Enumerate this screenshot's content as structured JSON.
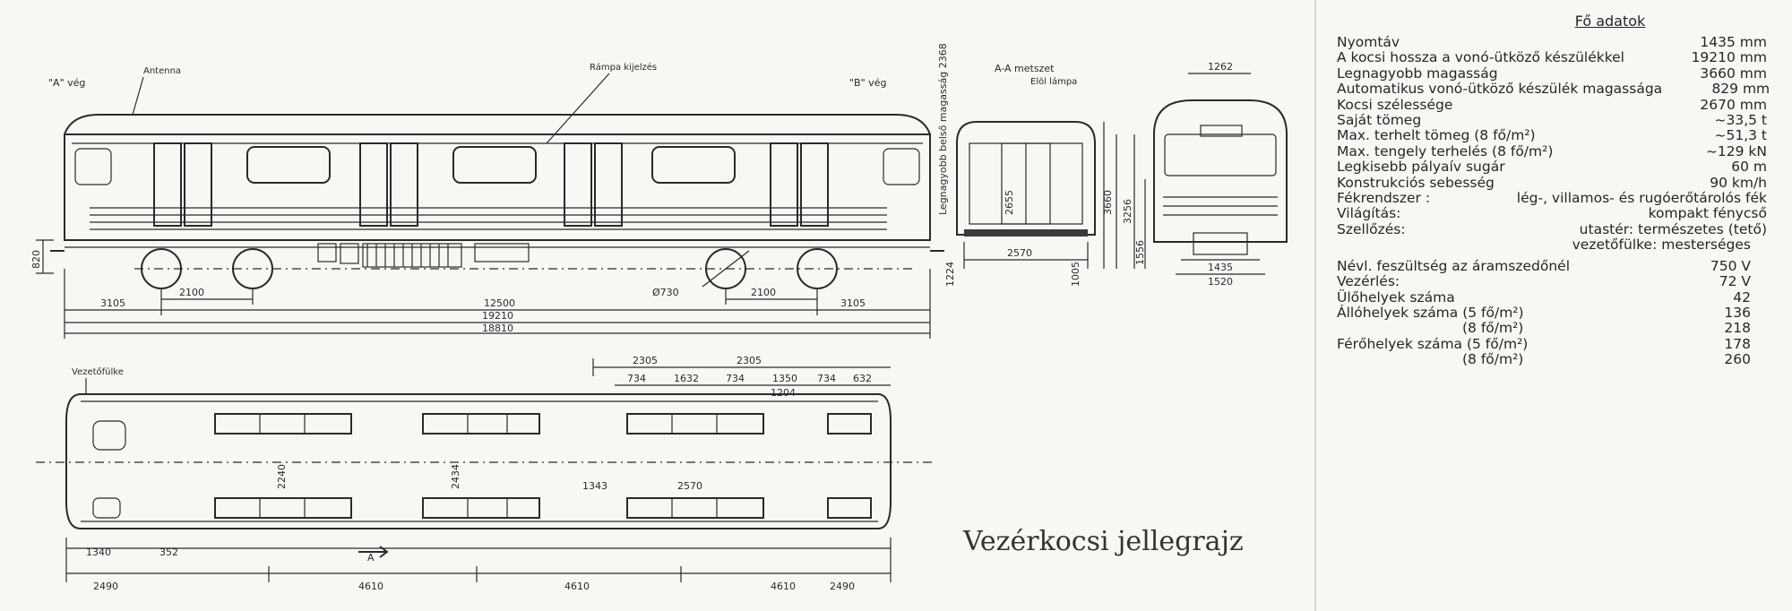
{
  "title": "Vezérkocsi jellegrajz",
  "specs": {
    "heading": "Fő adatok",
    "rows": [
      {
        "label": "Nyomtáv",
        "value": "1435 mm"
      },
      {
        "label": "A kocsi hossza a vonó-ütköző készülékkel",
        "value": "19210 mm"
      },
      {
        "label": "Legnagyobb magasság",
        "value": "3660 mm"
      },
      {
        "label": "Automatikus vonó-ütköző készülék magassága",
        "value": "829 mm"
      },
      {
        "label": "Kocsi szélessége",
        "value": "2670 mm"
      },
      {
        "label": "Saját tömeg",
        "value": "~33,5 t"
      },
      {
        "label": "Max. terhelt tömeg  (8 fő/m²)",
        "value": "~51,3 t"
      },
      {
        "label": "Max. tengely terhelés (8 fő/m²)",
        "value": "~129 kN"
      },
      {
        "label": "Legkisebb pályaív sugár",
        "value": "60 m"
      },
      {
        "label": "Konstrukciós sebesség",
        "value": "90 km/h"
      }
    ],
    "brakes": {
      "label": "Fékrendszer :",
      "value": "lég-, villamos- és rugóerőtárolós fék"
    },
    "lighting": {
      "label": "Világítás:",
      "value": "kompakt fénycső"
    },
    "ventilation": {
      "label": "Szellőzés:",
      "value1": "utastér: természetes (tető)",
      "value2": "vezetőfülke: mesterséges"
    },
    "electric": [
      {
        "label": "Névl. feszültség az áramszedőnél",
        "value": "750 V"
      },
      {
        "label": "Vezérlés:",
        "value": "72 V"
      },
      {
        "label": "Ülőhelyek száma",
        "value": "42"
      },
      {
        "label": "Állóhelyek száma  (5 fő/m²)",
        "value": "136"
      },
      {
        "label": "(8 fő/m²)",
        "value": "218"
      },
      {
        "label": "Férőhelyek száma (5 fő/m²)",
        "value": "178"
      },
      {
        "label": "(8 fő/m²)",
        "value": "260"
      }
    ]
  },
  "drawing_labels": {
    "end_a": "\"A\" vég",
    "end_b": "\"B\" vég",
    "antenna": "Antenna",
    "pantograph": "Rámpa kijelzés",
    "section": "A-A metszet",
    "cab": "Vezetőfülke",
    "inner_height": "Legnagyobb belső magasság 2368",
    "shunt": "Elöl lámpa",
    "dim_3105_l": "3105",
    "dim_12500": "12500",
    "dim_3105_r": "3105",
    "dim_19210": "19210",
    "dim_18810": "18810",
    "dim_2100_l": "2100",
    "dim_2100_r": "2100",
    "dim_820": "820",
    "dim_730": "Ø730",
    "dim_2655": "2655",
    "dim_3660": "3660",
    "dim_1224": "1224",
    "dim_1005": "1005",
    "dim_2570": "2570",
    "dim_3256": "3256",
    "dim_1556": "1556",
    "dim_1435": "1435",
    "dim_1520": "1520",
    "dim_1262": "1262",
    "dim_2305a": "2305",
    "dim_2305b": "2305",
    "dim_734a": "734",
    "dim_1632": "1632",
    "dim_734b": "734",
    "dim_1350": "1350",
    "dim_734c": "734",
    "dim_632": "632",
    "dim_1204": "1204",
    "dim_2240": "2240",
    "dim_2434": "2434",
    "dim_1343": "1343",
    "dim_2570b": "2570",
    "dim_1340": "1340",
    "dim_352": "352",
    "dim_2490_l": "2490",
    "dim_4610_a": "4610",
    "dim_4610_b": "4610",
    "dim_4610_c": "4610",
    "dim_2490_r": "2490",
    "section_mark": "A"
  }
}
